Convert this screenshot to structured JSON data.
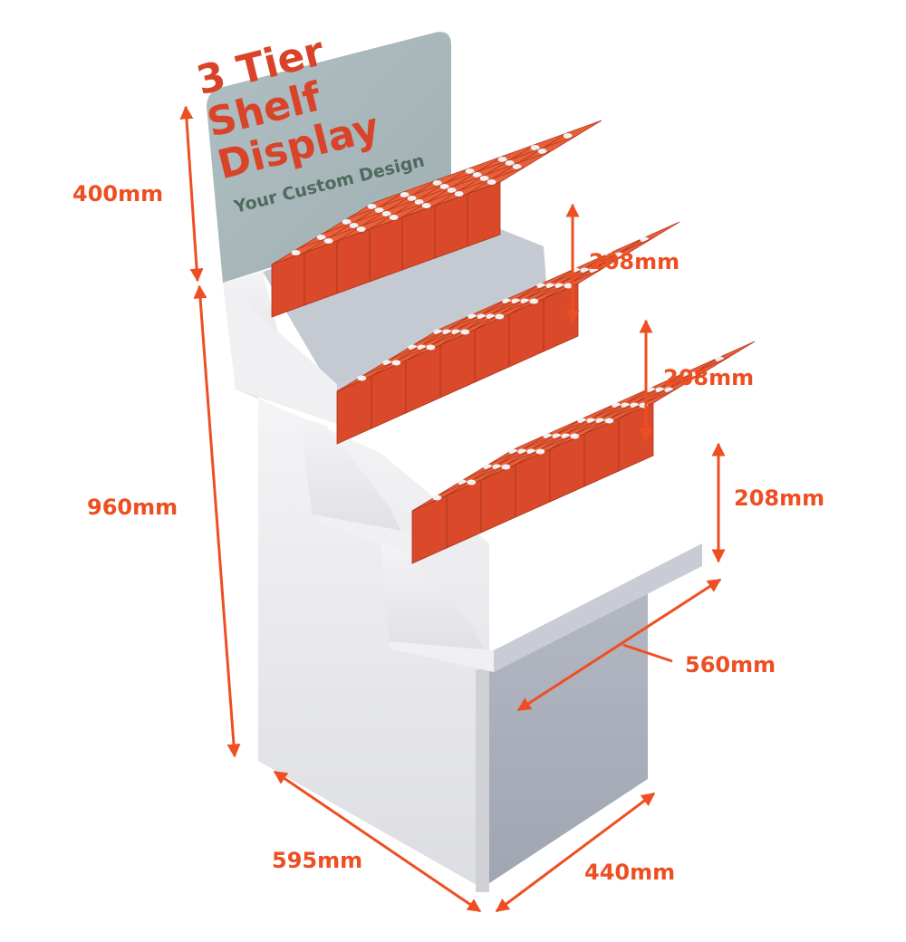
{
  "product": {
    "header_lines": [
      "3 Tier",
      "Shelf",
      "Display"
    ],
    "header_subtitle": "Your Custom Design",
    "tiers": 3
  },
  "dimensions": {
    "header_height": "400mm",
    "body_height": "960mm",
    "tier1_height": "208mm",
    "tier2_height": "208mm",
    "tier3_height": "208mm",
    "shelf_depth": "560mm",
    "base_width": "595mm",
    "base_depth": "440mm"
  },
  "colors": {
    "accent": "#ee4f22",
    "header_title": "#d9432a",
    "header_subtitle": "#4f6b5f",
    "header_panel": "#a9b8bb",
    "carton": "#d9492a",
    "carton_top": "#e8603a",
    "cap": "#f2f2f2",
    "unit_light": "#e4e5e9",
    "unit_dark": "#a3a8b5"
  }
}
